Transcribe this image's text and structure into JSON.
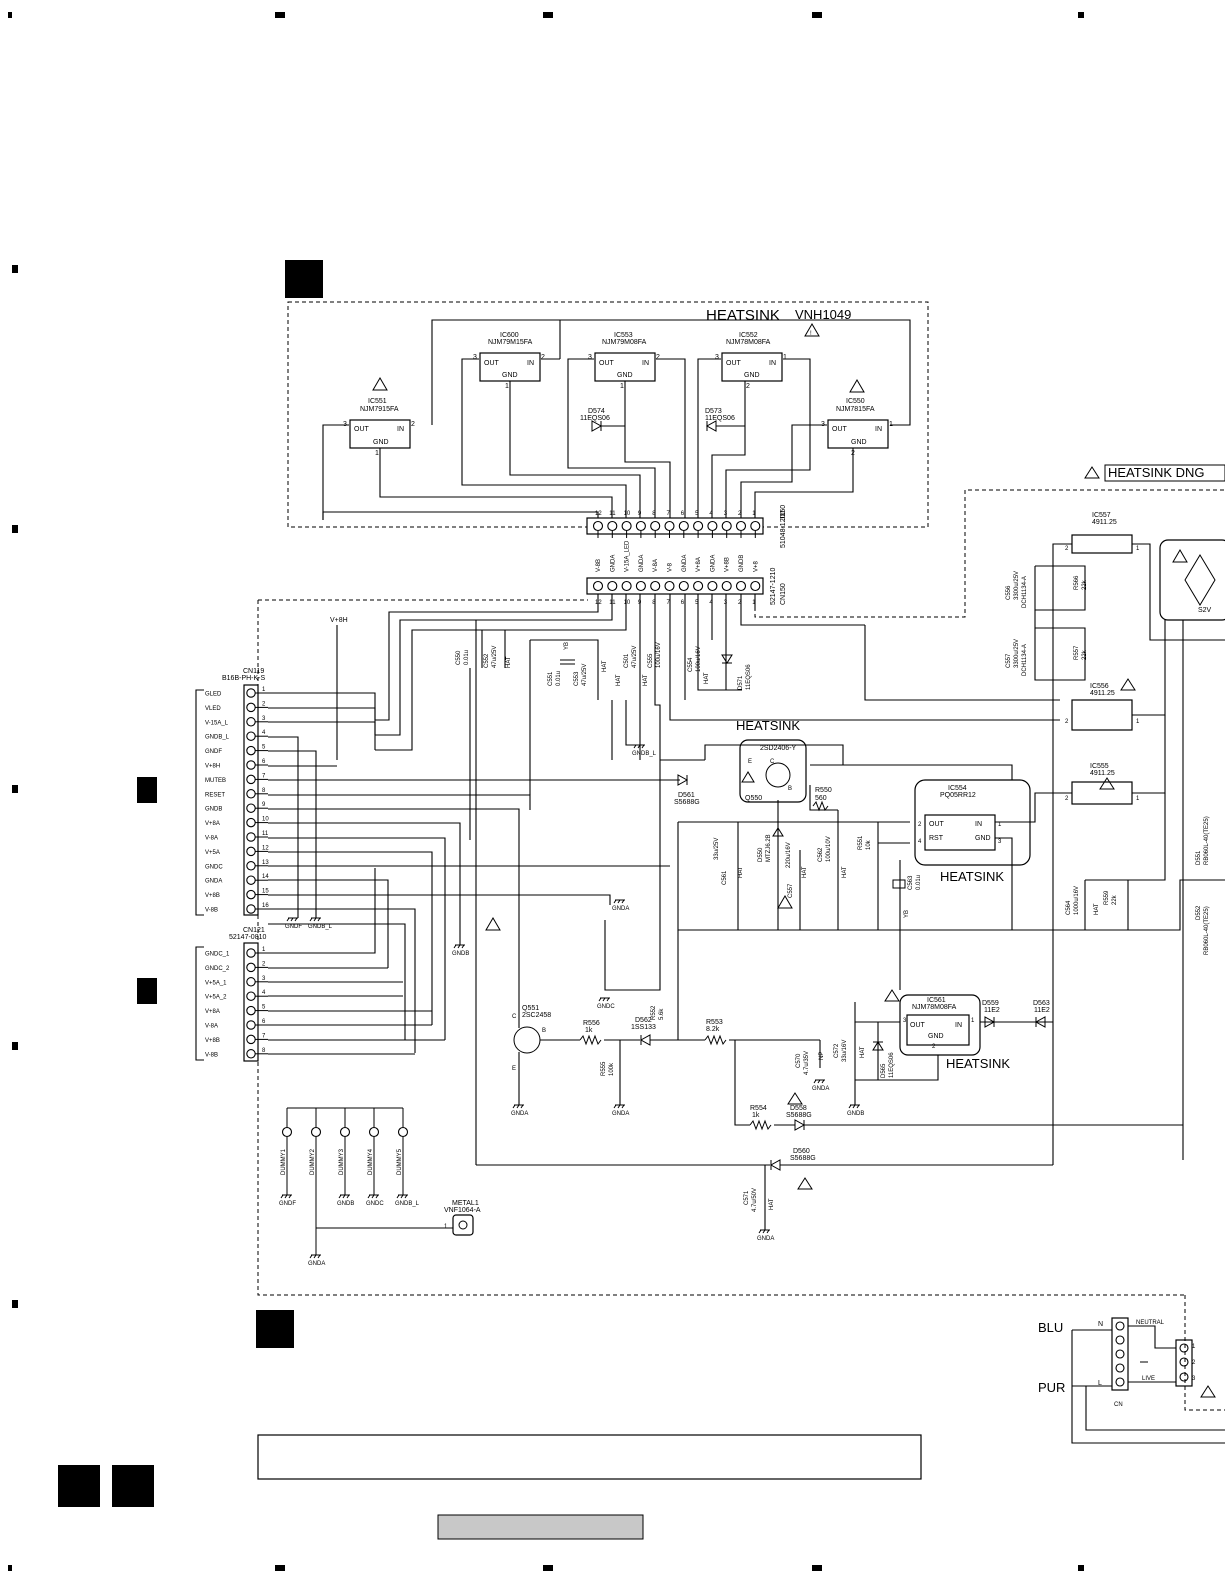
{
  "heatsink_top": {
    "title": "HEATSINK",
    "part": "VNH1049"
  },
  "heatsink_right_label": "HEATSINK DNG",
  "heatsink_labels": [
    "HEATSINK",
    "HEATSINK",
    "HEATSINK"
  ],
  "regulators": [
    {
      "ref": "IC551",
      "part": "NJM7915FA",
      "pins": [
        "OUT",
        "GND",
        "IN"
      ],
      "nums": [
        "3",
        "1",
        "2"
      ]
    },
    {
      "ref": "IC600",
      "part": "NJM79M15FA",
      "pins": [
        "OUT",
        "GND",
        "IN"
      ],
      "nums": [
        "3",
        "1",
        "2"
      ]
    },
    {
      "ref": "IC553",
      "part": "NJM79M08FA",
      "pins": [
        "OUT",
        "GND",
        "IN"
      ],
      "nums": [
        "3",
        "1",
        "2"
      ]
    },
    {
      "ref": "IC552",
      "part": "NJM78M08FA",
      "pins": [
        "OUT",
        "GND",
        "IN"
      ],
      "nums": [
        "3",
        "2",
        "1"
      ]
    },
    {
      "ref": "IC550",
      "part": "NJM7815FA",
      "pins": [
        "OUT",
        "GND",
        "IN"
      ],
      "nums": [
        "3",
        "2",
        "1"
      ]
    }
  ],
  "diodes_top": [
    {
      "ref": "D574",
      "part": "11EQS06"
    },
    {
      "ref": "D573",
      "part": "11EQS06"
    }
  ],
  "j150": {
    "ref": "J150",
    "part": "51048-1200",
    "pins": [
      "12",
      "11",
      "10",
      "9",
      "8",
      "7",
      "6",
      "5",
      "4",
      "3",
      "2",
      "1"
    ]
  },
  "cn150": {
    "ref": "CN150",
    "part": "52147-1210",
    "nets": [
      "V-8B",
      "GNDA",
      "V-15A_LED",
      "GNDA",
      "V-8A",
      "V-8",
      "GNDA",
      "V+8A",
      "GNDA",
      "V+8B",
      "GNDB",
      "V+8"
    ],
    "pins": [
      "12",
      "11",
      "10",
      "9",
      "8",
      "7",
      "6",
      "5",
      "4",
      "3",
      "2",
      "1"
    ]
  },
  "cn119": {
    "ref": "CN119",
    "part": "B16B-PH-K-S",
    "nets": [
      "GLED",
      "VLED",
      "V-15A_L",
      "GNDB_L",
      "GNDF",
      "V+8H",
      "MUTEB",
      "RESET",
      "GNDB",
      "V+8A",
      "V-8A",
      "V+5A",
      "GNDC",
      "GNDA",
      "V+8B",
      "V-8B"
    ],
    "pins": [
      "1",
      "2",
      "3",
      "4",
      "5",
      "6",
      "7",
      "8",
      "9",
      "10",
      "11",
      "12",
      "13",
      "14",
      "15",
      "16"
    ]
  },
  "cn121": {
    "ref": "CN121",
    "part": "52147-0810",
    "nets": [
      "GNDC_1",
      "GNDC_2",
      "V+5A_1",
      "V+5A_2",
      "V+8A",
      "V-8A",
      "V+8B",
      "V-8B"
    ],
    "pins": [
      "1",
      "2",
      "3",
      "4",
      "5",
      "6",
      "7",
      "8"
    ]
  },
  "vplus8h": "V+8H",
  "caps_mid": [
    {
      "ref": "C550",
      "val": "0.01u"
    },
    {
      "ref": "C552",
      "val": "47u/25V",
      "type": "HAT"
    },
    {
      "ref": "C551",
      "val": "0.01u",
      "note": "YB"
    },
    {
      "ref": "C553",
      "val": "47u/25V",
      "type": "HAT"
    },
    {
      "ref": "C501",
      "val": "47u/25V",
      "type": "HAT"
    },
    {
      "ref": "C555",
      "val": "100u/16V",
      "type": "HAT"
    },
    {
      "ref": "C554",
      "val": "100u/16V",
      "type": "HAT"
    },
    {
      "ref": "D571",
      "val": "11EQS06"
    }
  ],
  "gnd_labels": [
    "GNDB_L",
    "GNDA",
    "GNDF",
    "GNDB_L",
    "GNDB",
    "GNDC",
    "GNDA",
    "GNDA",
    "GNDA",
    "GNDB",
    "GNDA",
    "GNDF",
    "GNDB",
    "GNDC",
    "GNDB_L",
    "GNDA"
  ],
  "q550": {
    "ref": "Q550",
    "part": "2SD2406-Y",
    "pins": [
      "E",
      "C",
      "B"
    ]
  },
  "d561": {
    "ref": "D561",
    "part": "S5688G"
  },
  "r550": {
    "ref": "R550",
    "val": "560"
  },
  "c561": {
    "ref": "C561",
    "val": "33u/25V",
    "type": "HAT"
  },
  "d550z": {
    "ref": "D550",
    "part": "MTZJ6.2B"
  },
  "c557": {
    "ref": "C557",
    "val": "220u/16V",
    "type": "HAT"
  },
  "c562": {
    "ref": "C562",
    "val": "100u/10V",
    "type": "HAT"
  },
  "r551": {
    "ref": "R551",
    "val": "10k"
  },
  "c563": {
    "ref": "C563",
    "val": "0.01u",
    "note": "YB"
  },
  "ic554": {
    "ref": "IC554",
    "part": "PQ05RR12",
    "pins": [
      "OUT",
      "IN",
      "RST",
      "GND"
    ],
    "nums": [
      "2",
      "1",
      "4",
      "3"
    ]
  },
  "ic557": {
    "ref": "IC557",
    "part": "4911.25",
    "nums": [
      "2",
      "1"
    ]
  },
  "ic556": {
    "ref": "IC556",
    "part": "4911.25",
    "nums": [
      "2",
      "1"
    ]
  },
  "ic555": {
    "ref": "IC555",
    "part": "4911.25",
    "nums": [
      "2",
      "1"
    ]
  },
  "c556": {
    "ref": "C556",
    "val": "3300u/25V",
    "type": "DCH1134-A"
  },
  "r556r": {
    "ref": "R566",
    "val": "22k"
  },
  "c557r": {
    "ref": "C557",
    "val": "3300u/25V",
    "type": "DCH1134-A"
  },
  "r557r": {
    "ref": "R557",
    "val": "22k"
  },
  "c564": {
    "ref": "C564",
    "val": "1000u/16V",
    "type": "HAT"
  },
  "r559": {
    "ref": "R559",
    "val": "22k"
  },
  "d551r": {
    "ref": "D551",
    "part": "RB060L-40(TE25)"
  },
  "d552r": {
    "ref": "D552",
    "part": "RB060L-40(TE25)"
  },
  "bridge": {
    "val": "S2V"
  },
  "q551": {
    "ref": "Q551",
    "part": "2SC2458",
    "pins": [
      "C",
      "B",
      "E"
    ]
  },
  "r556": {
    "ref": "R556",
    "val": "1k"
  },
  "r555": {
    "ref": "R555",
    "val": "100k"
  },
  "d562": {
    "ref": "D562",
    "part": "1SS133"
  },
  "r552": {
    "ref": "R552",
    "val": "5.6k"
  },
  "r553": {
    "ref": "R553",
    "val": "8.2k"
  },
  "c570": {
    "ref": "C570",
    "val": "4.7u/35V",
    "type": "NP"
  },
  "c572": {
    "ref": "C572",
    "val": "33u/16V",
    "type": "HAT"
  },
  "d565": {
    "ref": "D565",
    "part": "11EQS06"
  },
  "ic561": {
    "ref": "IC561",
    "part": "NJM78M08FA",
    "pins": [
      "OUT",
      "GND",
      "IN"
    ],
    "nums": [
      "3",
      "2",
      "1"
    ]
  },
  "d559": {
    "ref": "D559",
    "part": "11E2"
  },
  "d563": {
    "ref": "D563",
    "part": "11E2"
  },
  "r554": {
    "ref": "R554",
    "val": "1k"
  },
  "d558": {
    "ref": "D558",
    "part": "S5688G"
  },
  "d560": {
    "ref": "D560",
    "part": "S5688G"
  },
  "c571": {
    "ref": "C571",
    "val": "4.7u/50V",
    "type": "HAT"
  },
  "dummies": [
    "DUMMY1",
    "DUMMY2",
    "DUMMY3",
    "DUMMY4",
    "DUMMY5"
  ],
  "dummy_gnds": [
    "GNDF",
    "GNDB",
    "GNDC",
    "GNDB_L"
  ],
  "metal": {
    "ref": "METAL1",
    "part": "VNF1064-A",
    "pin": "1"
  },
  "cn_power": {
    "ref": "CN",
    "blu": "BLU",
    "pur": "PUR",
    "n": "N",
    "l": "L",
    "neutral": "NEUTRAL",
    "live": "LIVE",
    "pins": [
      "1",
      "2",
      "3"
    ]
  },
  "grid_marks": 4
}
